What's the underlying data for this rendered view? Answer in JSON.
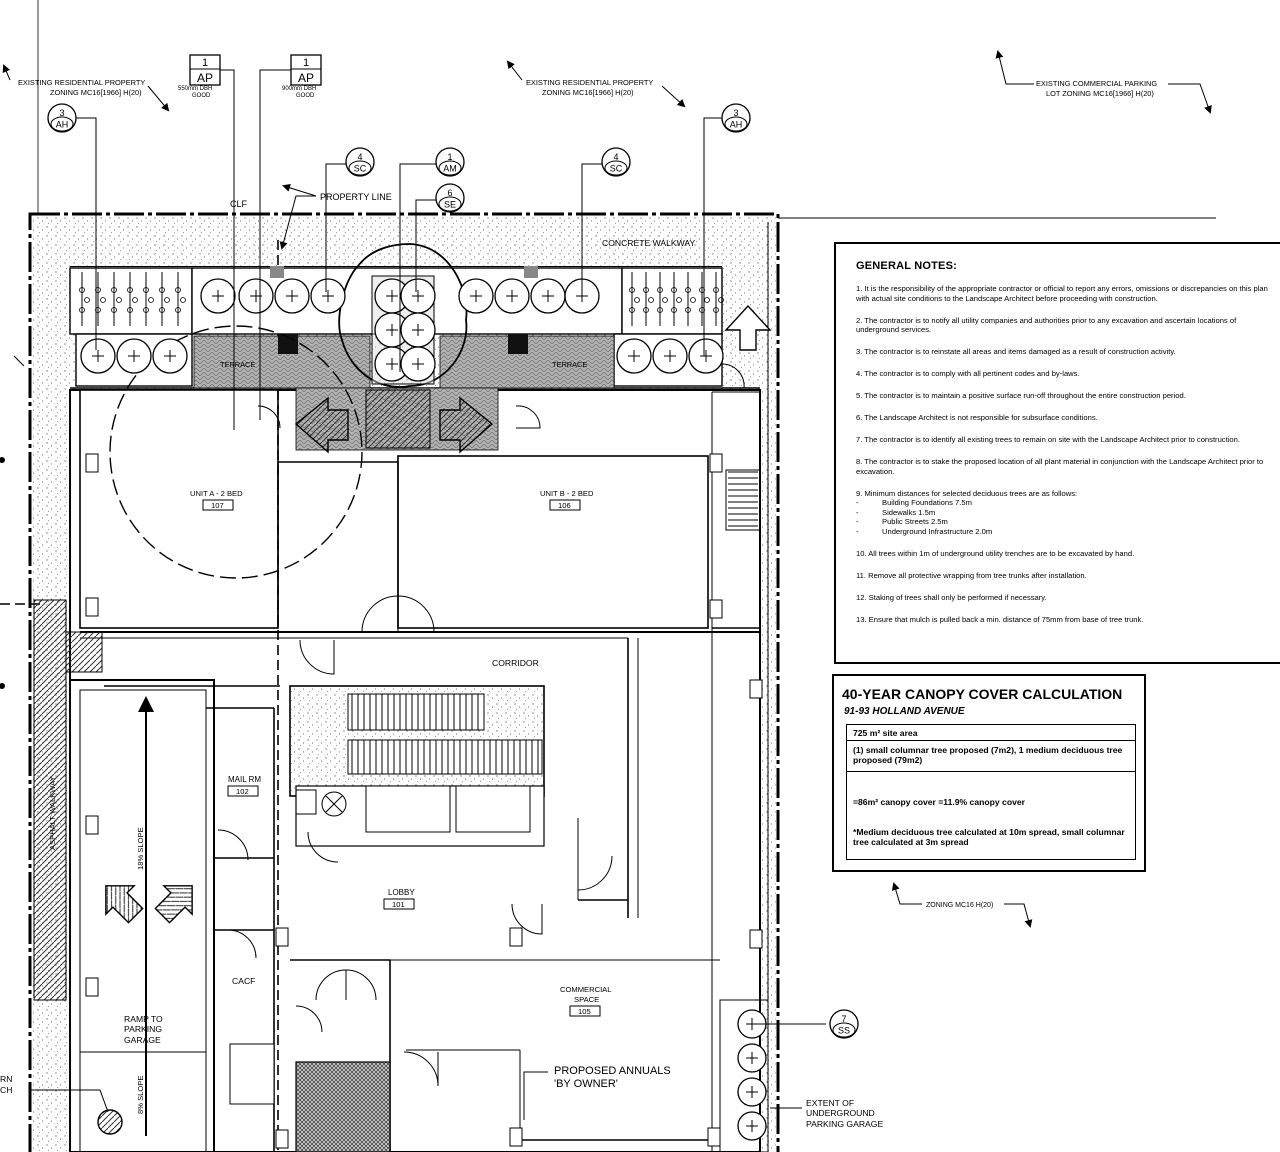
{
  "labels": {
    "existing_res_1_line1": "EXISTING RESIDENTIAL PROPERTY",
    "existing_res_1_line2": "ZONING MC16[1966] H(20)",
    "existing_res_2_line1": "EXISTING RESIDENTIAL PROPERTY",
    "existing_res_2_line2": "ZONING MC16[1966] H(20)",
    "existing_com_line1": "EXISTING COMMERCIAL PARKING",
    "existing_com_line2": "LOT ZONING MC16[1966] H(20)",
    "property_line": "PROPERTY LINE",
    "clf": "CLF",
    "concrete_walkway": "CONCRETE WALKWAY",
    "terrace": "TERRACE",
    "unit_a": "UNIT A - 2 BED",
    "unit_a_num": "107",
    "unit_b": "UNIT B - 2 BED",
    "unit_b_num": "106",
    "corridor": "CORRIDOR",
    "mail_rm": "MAIL RM",
    "mail_num": "102",
    "lobby": "LOBBY",
    "lobby_num": "101",
    "cacf": "CACF",
    "commercial_line1": "COMMERCIAL",
    "commercial_line2": "SPACE",
    "commercial_num": "105",
    "ramp_line1": "RAMP TO",
    "ramp_line2": "PARKING",
    "ramp_line3": "GARAGE",
    "slope_18": "18% SLOPE",
    "slope_8": "8% SLOPE",
    "asphalt_walkway": "ASPHALT WALKWAY",
    "proposed_annuals_line1": "PROPOSED ANNUALS",
    "proposed_annuals_line2": "'BY OWNER'",
    "extent_line1": "EXTENT OF",
    "extent_line2": "UNDERGROUND",
    "extent_line3": "PARKING GARAGE",
    "zoning_bottom": "ZONING MC16 H(20)",
    "clipped_1": "RN",
    "clipped_2": "CH",
    "dbh_1_line1": "550mm DBH",
    "dbh_1_line2": "GOOD",
    "dbh_2_line1": "900mm DBH",
    "dbh_2_line2": "GOOD"
  },
  "tags": {
    "ah_left": {
      "num": "3",
      "code": "AH"
    },
    "ah_right": {
      "num": "3",
      "code": "AH"
    },
    "ap_1": {
      "num": "1",
      "code": "AP"
    },
    "ap_2": {
      "num": "1",
      "code": "AP"
    },
    "sc_left": {
      "num": "4",
      "code": "SC"
    },
    "sc_right": {
      "num": "4",
      "code": "SC"
    },
    "am": {
      "num": "1",
      "code": "AM"
    },
    "se": {
      "num": "6",
      "code": "SE"
    },
    "ss": {
      "num": "7",
      "code": "SS"
    }
  },
  "general_notes": {
    "title": "GENERAL NOTES:",
    "items": [
      "1. It is the responsibility of the appropriate contractor or official to report any errors, omissions or discrepancies on this plan with actual site conditions to the Landscape Architect before proceeding with construction.",
      "2. The contractor is to notify all utility companies and authorities prior to any excavation and ascertain locations of underground services.",
      "3. The contractor is to reinstate all areas and items damaged as a result of construction activity.",
      "4. The contractor is to comply with all pertinent codes and by-laws.",
      "5. The contractor is to maintain a positive surface run-off throughout the entire construction period.",
      "6. The Landscape Architect is not responsible for subsurface conditions.",
      "7. The contractor is to identify all existing trees to remain on site with the Landscape Architect prior to construction.",
      "8. The contractor is to stake the proposed location of all plant material in conjunction with the Landscape Architect prior to excavation.",
      "9. Minimum distances for selected deciduous trees are as follows:"
    ],
    "subitems": [
      "Building Foundations 7.5m",
      "Sidewalks 1.5m",
      "Public Streets 2.5m",
      "Underground Infrastructure 2.0m"
    ],
    "items_after": [
      "10. All trees within 1m of underground utility trenches are to be excavated by hand.",
      "11. Remove all protective wrapping from tree trunks after installation.",
      "12. Staking of trees shall only be performed if necessary.",
      "13. Ensure that mulch is pulled back a min. distance of 75mm from base of tree trunk."
    ]
  },
  "canopy": {
    "title": "40-YEAR CANOPY COVER CALCULATION",
    "subtitle": "91-93 HOLLAND AVENUE",
    "site_area": "725 m² site area",
    "proposed": "(1) small columnar tree proposed (7m2), 1 medium deciduous tree proposed (79m2)",
    "result": "=86m² canopy cover =11.9% canopy cover",
    "footnote": "*Medium deciduous tree calculated at 10m spread, small columnar tree calculated at 3m spread"
  },
  "colors": {
    "line": "#000000",
    "stipple": "#7a7a7a",
    "terrace_fill": "#b4b4b4",
    "hatch_dark": "#333333"
  }
}
